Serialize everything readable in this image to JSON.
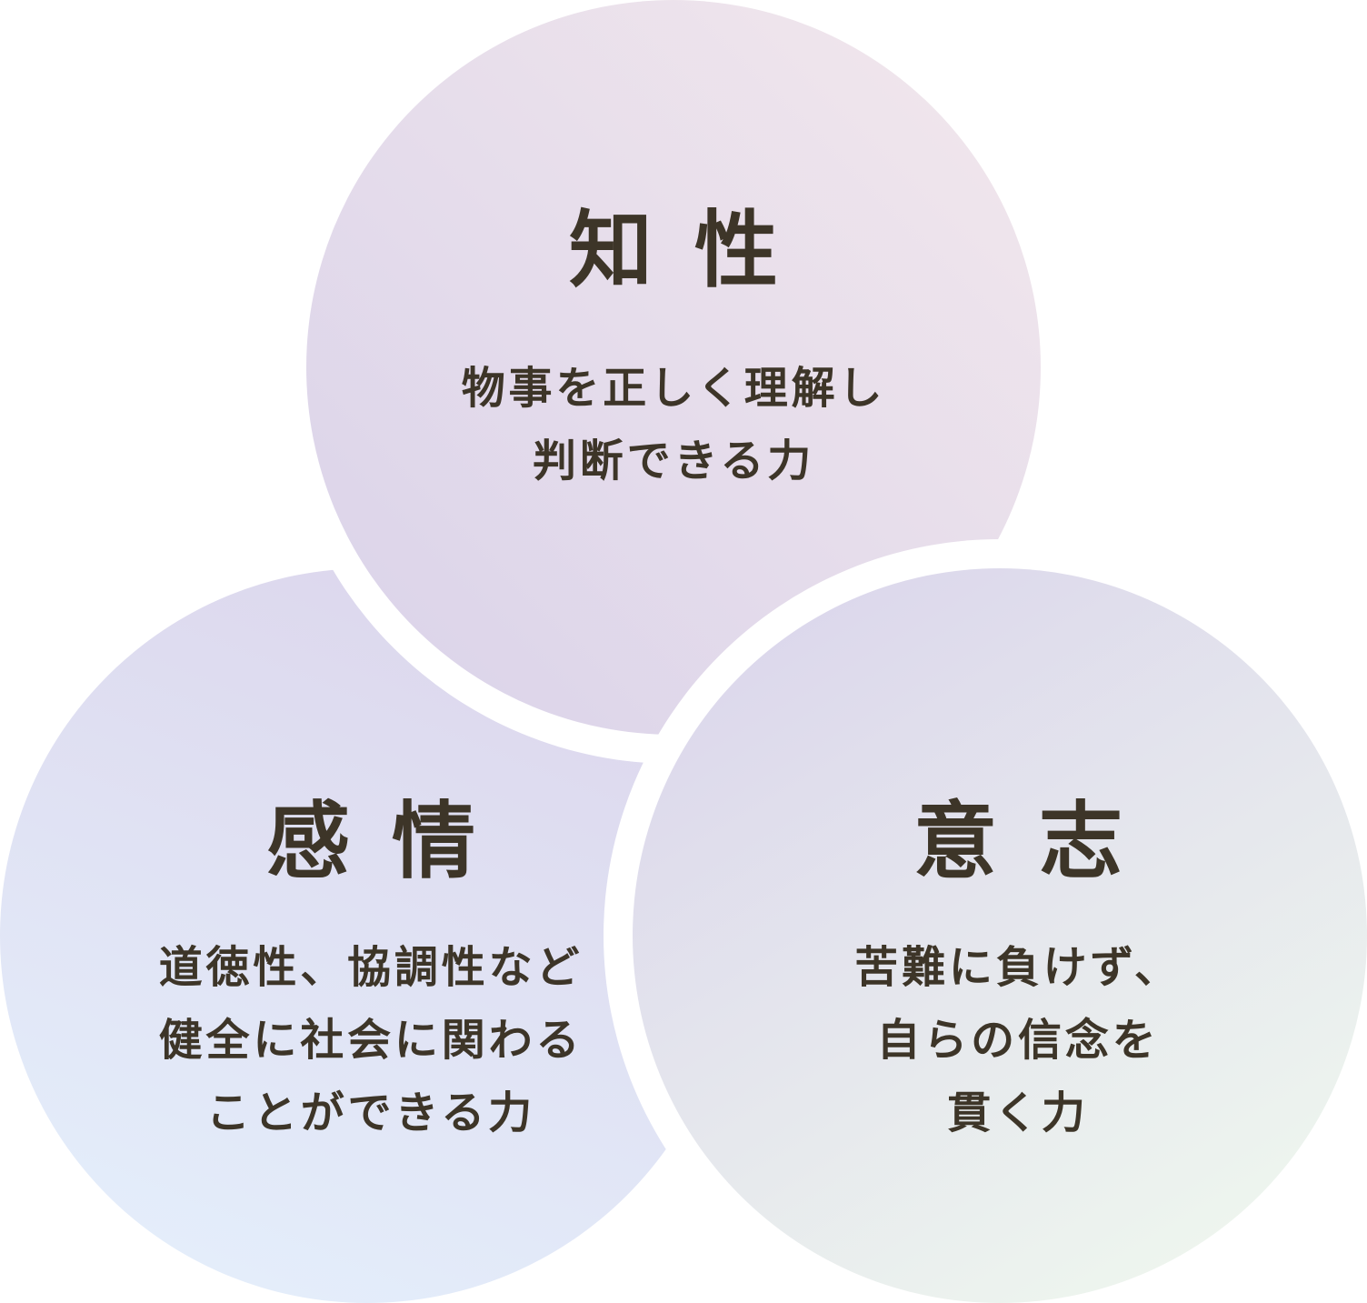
{
  "circles": {
    "intellect": {
      "title": "知性",
      "lines": [
        "物事を正しく理解し",
        "判断できる力"
      ]
    },
    "emotion": {
      "title": "感情",
      "lines": [
        "道徳性、協調性など",
        "健全に社会に関わる",
        "ことができる力"
      ]
    },
    "will": {
      "title": "意志",
      "lines": [
        "苦難に負けず、",
        "自らの信念を",
        "貫く力"
      ]
    }
  },
  "colors": {
    "text": "#3d3528",
    "gap": "#ffffff"
  }
}
